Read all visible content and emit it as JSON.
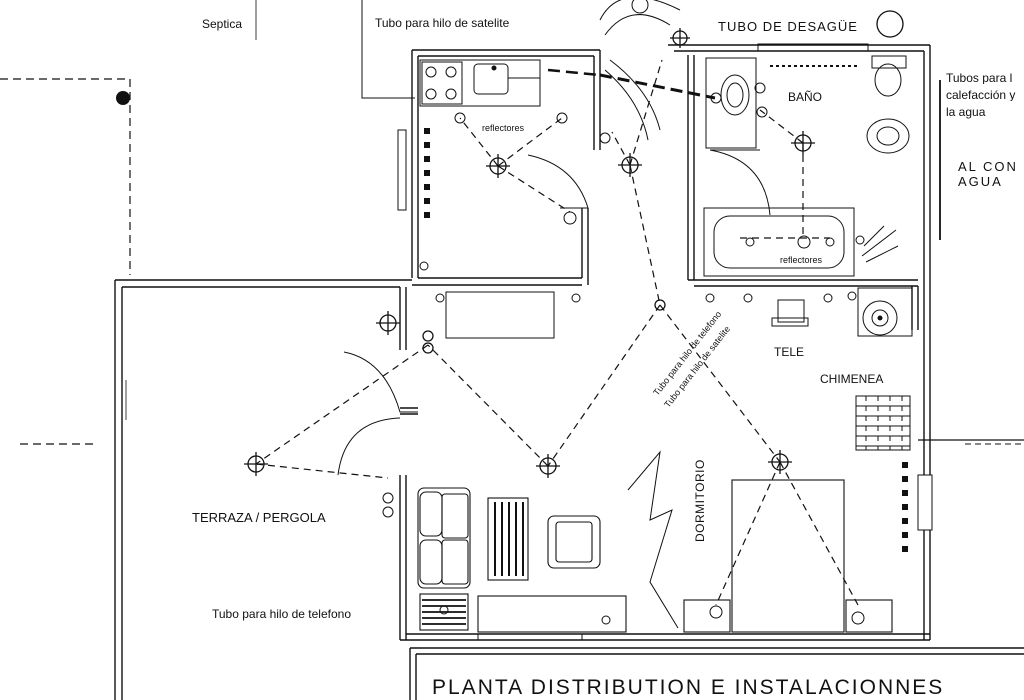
{
  "labels": {
    "septica": "Septica",
    "tubo_satelite_top": "Tubo para hilo de satelite",
    "tubo_desague": "TUBO DE DESAGÜE",
    "tubos_line1": "Tubos para l",
    "tubos_line2": "calefacción y",
    "tubos_line3": "la agua",
    "al_con": "AL  CON",
    "agua": "AGUA",
    "bano": "BAÑO",
    "reflectores_kitchen": "reflectores",
    "reflectores_bath": "reflectores",
    "tele": "TELE",
    "chimenea": "CHIMENEA",
    "tubo_telefono_diag": "Tubo para hilo de telefono",
    "tubo_satelite_diag": "Tubo para hilo de satelite",
    "dormitorio": "DORMITORIO",
    "terraza": "TERRAZA / PERGOLA",
    "tubo_telefono": "Tubo para hilo de telefono",
    "title": "PLANTA DISTRIBUTION E INSTALACIONNES"
  },
  "colors": {
    "ink": "#111111",
    "paper": "#ffffff"
  }
}
